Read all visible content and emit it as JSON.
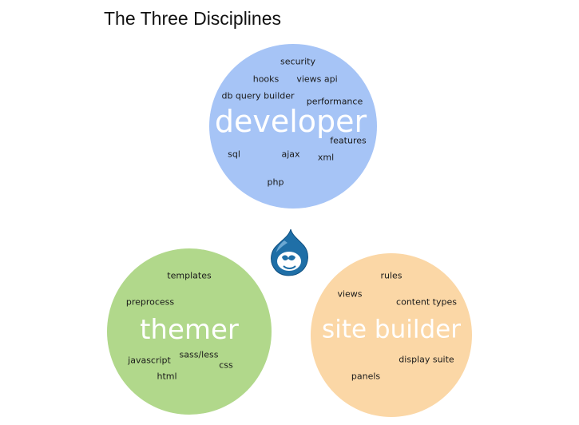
{
  "title": "The Three Disciplines",
  "colors": {
    "developer": "#a6c4f6",
    "themer": "#b1d88b",
    "site_builder": "#fbd7a6",
    "label_text": "#ffffff",
    "logo_blue": "#1f6fa7"
  },
  "icons": {
    "logo": "drupal-drop-icon"
  },
  "developer": {
    "label": "developer",
    "terms": {
      "security": "security",
      "hooks": "hooks",
      "views_api": "views api",
      "db_query_builder": "db query builder",
      "performance": "performance",
      "features": "features",
      "sql": "sql",
      "ajax": "ajax",
      "xml": "xml",
      "php": "php"
    }
  },
  "themer": {
    "label": "themer",
    "terms": {
      "templates": "templates",
      "preprocess": "preprocess",
      "javascript": "javascript",
      "sass_less": "sass/less",
      "css": "css",
      "html": "html"
    }
  },
  "site_builder": {
    "label": "site builder",
    "terms": {
      "rules": "rules",
      "views": "views",
      "content_types": "content types",
      "display_suite": "display suite",
      "panels": "panels"
    }
  }
}
